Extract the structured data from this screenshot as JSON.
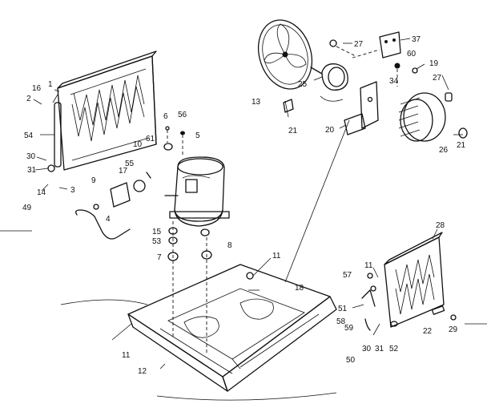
{
  "parts": [
    {
      "id": "p1",
      "label": "1"
    },
    {
      "id": "p2",
      "label": "2"
    },
    {
      "id": "p16",
      "label": "16"
    },
    {
      "id": "p54",
      "label": "54"
    },
    {
      "id": "p30a",
      "label": "30"
    },
    {
      "id": "p31a",
      "label": "31"
    },
    {
      "id": "p14",
      "label": "14"
    },
    {
      "id": "p3",
      "label": "3"
    },
    {
      "id": "p49",
      "label": "49"
    },
    {
      "id": "p9",
      "label": "9"
    },
    {
      "id": "p4",
      "label": "4"
    },
    {
      "id": "p10",
      "label": "10"
    },
    {
      "id": "p17",
      "label": "17"
    },
    {
      "id": "p55a",
      "label": "55"
    },
    {
      "id": "p6",
      "label": "6"
    },
    {
      "id": "p61",
      "label": "61"
    },
    {
      "id": "p56",
      "label": "56"
    },
    {
      "id": "p5",
      "label": "5"
    },
    {
      "id": "p15",
      "label": "15"
    },
    {
      "id": "p53",
      "label": "53"
    },
    {
      "id": "p7",
      "label": "7"
    },
    {
      "id": "p8",
      "label": "8"
    },
    {
      "id": "p11a",
      "label": "11"
    },
    {
      "id": "p11b",
      "label": "11"
    },
    {
      "id": "p12",
      "label": "12"
    },
    {
      "id": "p18",
      "label": "18"
    },
    {
      "id": "p13",
      "label": "13"
    },
    {
      "id": "p21a",
      "label": "21"
    },
    {
      "id": "p25",
      "label": "25"
    },
    {
      "id": "p27a",
      "label": "27"
    },
    {
      "id": "p37",
      "label": "37"
    },
    {
      "id": "p60",
      "label": "60"
    },
    {
      "id": "p19",
      "label": "19"
    },
    {
      "id": "p34",
      "label": "34"
    },
    {
      "id": "p27b",
      "label": "27"
    },
    {
      "id": "p20",
      "label": "20"
    },
    {
      "id": "p26",
      "label": "26"
    },
    {
      "id": "p21b",
      "label": "21"
    },
    {
      "id": "p28",
      "label": "28"
    },
    {
      "id": "p11c",
      "label": "11"
    },
    {
      "id": "p57",
      "label": "57"
    },
    {
      "id": "p51",
      "label": "51"
    },
    {
      "id": "p58",
      "label": "58"
    },
    {
      "id": "p59",
      "label": "59"
    },
    {
      "id": "p50",
      "label": "50"
    },
    {
      "id": "p30b",
      "label": "30"
    },
    {
      "id": "p31b",
      "label": "31"
    },
    {
      "id": "p52",
      "label": "52"
    },
    {
      "id": "p22",
      "label": "22"
    },
    {
      "id": "p29",
      "label": "29"
    }
  ]
}
